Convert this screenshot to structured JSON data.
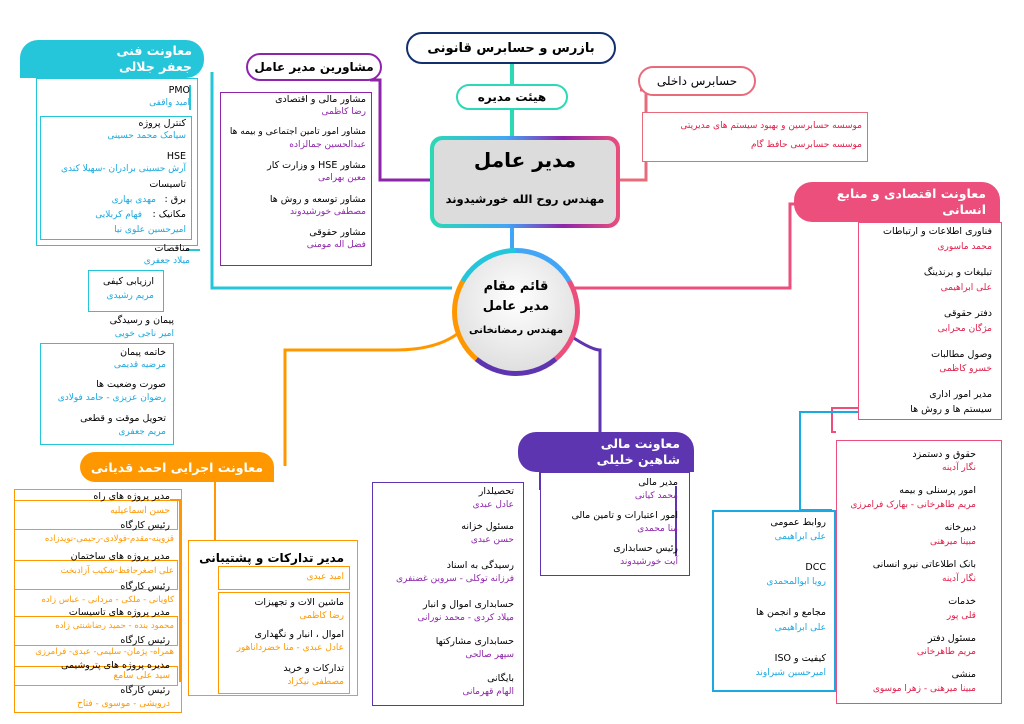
{
  "colors": {
    "cyan": "#26c6da",
    "purple": "#8e24aa",
    "navy": "#13306e",
    "pink": "#ec4f7b",
    "salmon": "#e86b7b",
    "teal": "#2bd9b4",
    "blue": "#42a5f5",
    "orange": "#ff9800",
    "violet": "#5e35b1",
    "lightblue": "#1aa9e0",
    "red": "#e11d48"
  },
  "top": {
    "auditor": "بازرس و حسابرس قانونی",
    "board": "هیئت مدیره",
    "internal_auditor": "حسابرس داخلی",
    "internal_audit_items": [
      "موسسه حسابرسین و بهبود سیستم های مدیریتی",
      "موسسه حسابرسی حافظ گام"
    ]
  },
  "ceo": {
    "title": "مدیر عامل",
    "name": "مهندس روح الله خورشیدوند"
  },
  "deputy": {
    "l1": "قائم مقام",
    "l2": "مدیر عامل",
    "l3": "مهندس رمضانخانی"
  },
  "advisors": {
    "title": "مشاورین مدیر عامل",
    "items": [
      {
        "role": "مشاور مالی و اقتصادی",
        "person": "رضا کاظمی"
      },
      {
        "role": "مشاور امور تامین اجتماعی و بیمه ها",
        "person": "عبدالحسین جمالزاده"
      },
      {
        "role": "مشاور HSE و وزارت کار",
        "person": "معین بهرامی"
      },
      {
        "role": "مشاور توسعه و روش ها",
        "person": "مصطفی خورشیدوند"
      },
      {
        "role": "مشاور حقوقی",
        "person": "فضل اله مومنی"
      }
    ]
  },
  "technical": {
    "title1": "معاونت فنی",
    "title2": "جعفر جلالی",
    "items": [
      {
        "role": "PMO",
        "person": "امید واقفی"
      },
      {
        "role": "کنترل پروژه",
        "person": "سیامک محمد حسینی"
      },
      {
        "role": "HSE",
        "person": "آرش حسینی برادران -سهیلا کندی"
      },
      {
        "role": "تاسیسات",
        "person": ""
      },
      {
        "role": "برق :",
        "person": "مهدی بهاری"
      },
      {
        "role": "مکانیک :",
        "person": "فهام کربلایی"
      },
      {
        "role": "",
        "person": "امیرحسین علوی نیا"
      },
      {
        "role": "مناقصات",
        "person": "میلاد جعفری"
      },
      {
        "role": "ارزیابی کیفی",
        "person": "مریم رشیدی"
      },
      {
        "role": "پیمان و رسیدگی",
        "person": "امیر ناجی خویی"
      },
      {
        "role": "خاتمه پیمان",
        "person": "مرضیه قدیمی"
      },
      {
        "role": "صورت وضعیت ها",
        "person": "رضوان عزیزی - حامد فولادی"
      },
      {
        "role": "تحویل موقت و قطعی",
        "person": "مریم جعفری"
      }
    ]
  },
  "economic": {
    "title1": "معاونت اقتصادی و منابع انسانی",
    "title2": "مریم سرتیپی",
    "items": [
      {
        "role": "فناوری اطلاعات و ارتباطات",
        "person": "محمد ماسوری"
      },
      {
        "role": "تبلیغات و برندینگ",
        "person": "علی ابراهیمی"
      },
      {
        "role": "دفتر حقوقی",
        "person": "مژگان محرابی"
      },
      {
        "role": "وصول مطالبات",
        "person": "خسرو کاظمی"
      },
      {
        "role": "مدیر امور اداری",
        "person": ""
      },
      {
        "role": "سیستم ها و روش ها",
        "person": ""
      }
    ],
    "admin_items": [
      {
        "role": "حقوق و دستمزد",
        "person": "نگار آدینه"
      },
      {
        "role": "امور پرسنلی و بیمه",
        "person": "مریم طاهرخانی - بهارک فرامرزی"
      },
      {
        "role": "دبیرخانه",
        "person": "مبینا میرهنی"
      },
      {
        "role": "بانک اطلاعاتی نیرو انسانی",
        "person": "نگار آدینه"
      },
      {
        "role": "خدمات",
        "person": "قلی پور"
      },
      {
        "role": "مسئول دفتر",
        "person": "مریم طاهرخانی"
      },
      {
        "role": "منشی",
        "person": "مبینا میرهنی - زهرا موسوی"
      }
    ],
    "systems_items": [
      {
        "role": "روابط عمومی",
        "person": "علی ابراهیمی"
      },
      {
        "role": "DCC",
        "person": "رویا ابوالمحمدی"
      },
      {
        "role": "مجامع و انجمن ها",
        "person": "علی ابراهیمی"
      },
      {
        "role": "کیفیت و ISO",
        "person": "امیرحسین شیراوند"
      }
    ]
  },
  "finance": {
    "title1": "معاونت مالی",
    "title2": "شاهین خلیلی",
    "items": [
      {
        "role": "مدیر مالی",
        "person": "محمد کیانی"
      },
      {
        "role": "امور اعتبارات و تامین مالی",
        "person": "منا محمدی"
      },
      {
        "role": "رئیس حسابداری",
        "person": "آیت خورشیدوند"
      }
    ],
    "acc_items": [
      {
        "role": "تحصیلدار",
        "person": "عادل عبدی"
      },
      {
        "role": "مسئول خزانه",
        "person": "حسن عبدی"
      },
      {
        "role": "رسیدگی به اسناد",
        "person": "فرزانه توکلی - سروین غضنفری"
      },
      {
        "role": "حسابداری اموال و انبار",
        "person": "میلاد کردی - محمد نورانی"
      },
      {
        "role": "حسابداری مشارکتها",
        "person": "سپهر صالحی"
      },
      {
        "role": "بایگانی",
        "person": "الهام قهرمانی"
      }
    ]
  },
  "executive": {
    "title": "معاونت اجرایی احمد قدیانی",
    "items": [
      {
        "role": "مدیر پروژه های راه",
        "person": "حسن اسماعیلیه"
      },
      {
        "role": "رئیس کارگاه",
        "person": "قزوینه-مقدم-فولادی-رحیمی-نویدزاده"
      },
      {
        "role": "مدیر پروژه های ساختمان",
        "person": "علی اصغرحافظ-شکیب آزادبخت"
      },
      {
        "role": "رئیس کارگاه",
        "person": "کاویانی - ملکی - مردانی - عباس زاده"
      },
      {
        "role": "مدیر پروژه های تاسیسات",
        "person": "محمود بنده - حمید رضاشنتی زاده"
      },
      {
        "role": "رئیس کارگاه",
        "person": "همراه- پژمان- سلیمی- عبدی- فرامرزی"
      },
      {
        "role": "مدیره پروژه های پتروشیمی",
        "person": "سید علی سامع"
      },
      {
        "role": "رئیس کارگاه",
        "person": "درویشی - موسوی - فتاح"
      }
    ]
  },
  "procurement": {
    "title": "مدیر تدارکات و پشتیبانی",
    "person": "امید عبدی",
    "items": [
      {
        "role": "ماشین الات و تجهیزات",
        "person": "رضا کاظمی"
      },
      {
        "role": "اموال ، انبار و نگهداری",
        "person": "عادل عبدی - منا خضرداناهور"
      },
      {
        "role": "تدارکات و خرید",
        "person": "مصطفی نیکزاد"
      }
    ]
  }
}
